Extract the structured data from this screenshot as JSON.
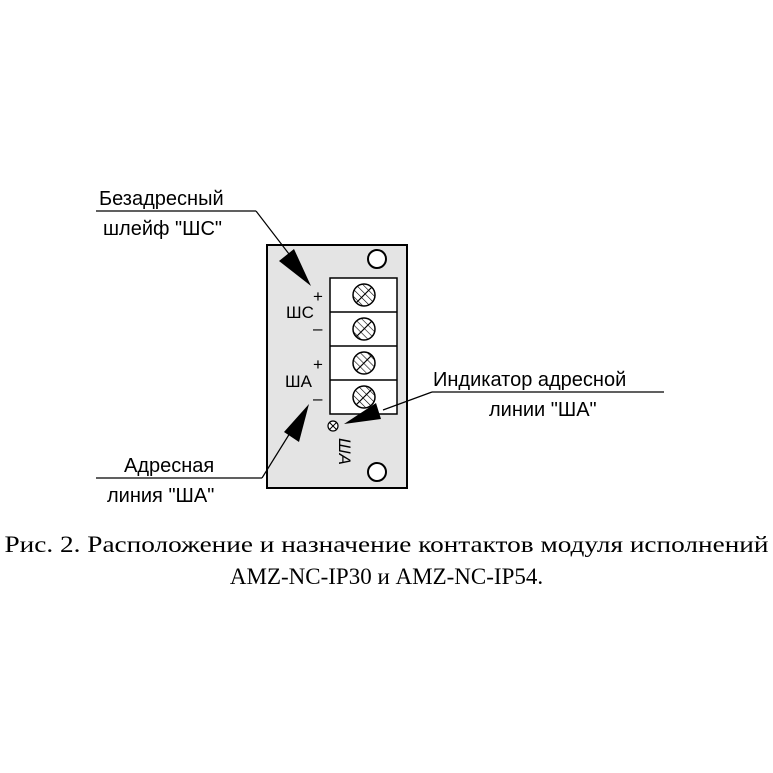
{
  "callouts": {
    "unaddressed_loop": [
      "Безадресный",
      "шлейф \"ШС\""
    ],
    "address_indicator": [
      "Индикатор адресной",
      "линии \"ША\""
    ],
    "address_line": [
      "Адресная",
      "линия \"ША\""
    ]
  },
  "board": {
    "loop_label": "ШС",
    "line_label": "ША",
    "led_label": "ША",
    "plus": "+",
    "minus": "–"
  },
  "caption": {
    "line1": "Рис. 2. Расположение и назначение контактов модуля исполнений",
    "line2": "AMZ-NC-IP30 и AMZ-NC-IP54."
  },
  "colors": {
    "board_fill": "#e4e4e4",
    "stroke": "#000000"
  }
}
